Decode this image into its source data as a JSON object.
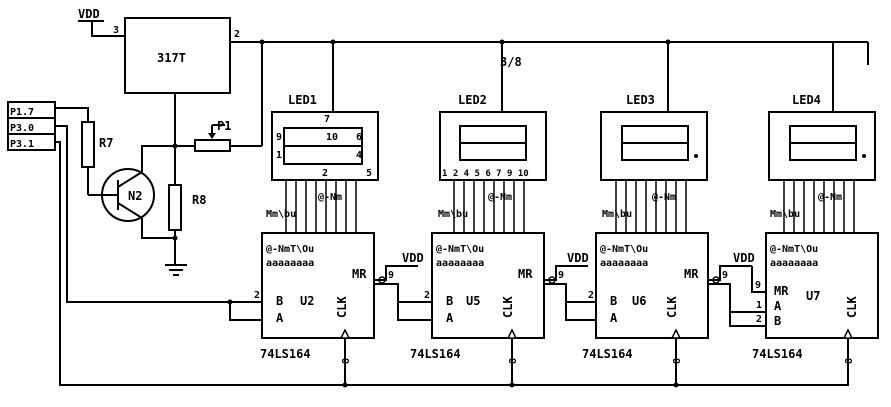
{
  "power": {
    "vdd": "VDD"
  },
  "regulator": {
    "name": "317T",
    "pin_in": "3",
    "pin_out": "2"
  },
  "pot": {
    "name": "P1"
  },
  "connector_pins": [
    "P1.7",
    "P3.0",
    "P3.1"
  ],
  "resistors": {
    "r7": "R7",
    "r8": "R8"
  },
  "transistor": {
    "name": "N2"
  },
  "leds": [
    {
      "name": "LED1"
    },
    {
      "name": "LED2"
    },
    {
      "name": "LED3"
    },
    {
      "name": "LED4"
    }
  ],
  "led2_note": "3/8",
  "led1_pins": {
    "p9": "9",
    "p10": "10",
    "p6": "6",
    "p1": "1",
    "p4": "4",
    "p7": "7",
    "p2": "2",
    "p5": "5"
  },
  "led2_pins": "1 2 4 5 6 7 9 10",
  "bus_labels": "Mm\\bu",
  "bus_labels_right": "@-Nm",
  "chip_outputs": "@-NmT\\Ou",
  "chip_inputs": "aaaaaaaa",
  "chips": [
    {
      "name": "U2",
      "part": "74LS164",
      "in1": "B",
      "in2": "A",
      "mr": "MR",
      "clk": "CLK"
    },
    {
      "name": "U5",
      "part": "74LS164",
      "in1": "B",
      "in2": "A",
      "mr": "MR",
      "clk": "CLK"
    },
    {
      "name": "U6",
      "part": "74LS164",
      "in1": "B",
      "in2": "A",
      "mr": "MR",
      "clk": "CLK"
    },
    {
      "name": "U7",
      "part": "74LS164",
      "in1": "A",
      "in2": "B",
      "mr": "MR",
      "clk": "CLK"
    }
  ],
  "pin_numbers": {
    "in": "2",
    "mr": "9",
    "mr_u7": "9",
    "clk": "8",
    "in_u7a": "1",
    "in_u7b": "2"
  }
}
